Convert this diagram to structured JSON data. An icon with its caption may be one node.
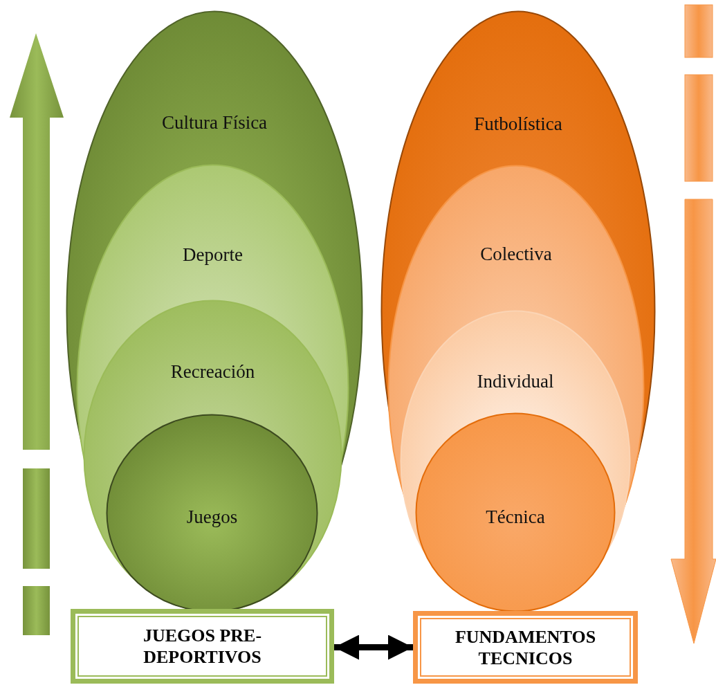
{
  "diagram": {
    "nodes": [
      {
        "text": [
          "Cultura Física"
        ]
      },
      {
        "text": [
          "Deporte"
        ],
        "in": 0
      },
      {
        "text": [
          "Recreación"
        ],
        "in": 1
      },
      {
        "text": [
          "Juegos"
        ],
        "in": 2
      },
      {
        "text": [
          "Futbolística"
        ]
      },
      {
        "text": [
          "Colectiva"
        ],
        "in": 4
      },
      {
        "text": [
          "Individual"
        ],
        "in": 5
      },
      {
        "text": [
          "Técnica"
        ],
        "in": 6
      },
      {
        "text": [
          "JUEGOS PRE-DEPORTIVOS"
        ]
      },
      {
        "text": [
          "FUNDAMENTOS TECNICOS"
        ]
      }
    ],
    "edges": [
      {
        "from": 8,
        "to": 9,
        "arrow": "both"
      }
    ]
  }
}
